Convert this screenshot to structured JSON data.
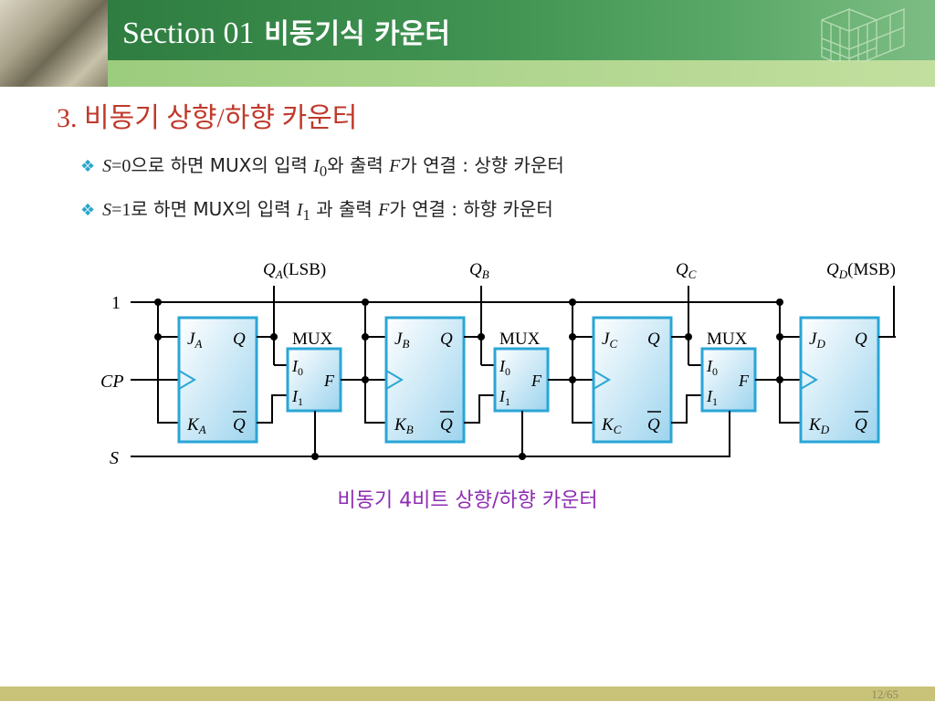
{
  "header": {
    "section": "Section 01",
    "title": "비동기식 카운터"
  },
  "subtitle": "3. 비동기 상향/하향 카운터",
  "bullets": [
    {
      "var": "S",
      "eq": "=0",
      "t1": "으로 하면 MUX의 입력 ",
      "input": "I",
      "input_sub": "0",
      "t2": "와 출력 ",
      "output": "F",
      "t3": "가 연결 : 상향 카운터"
    },
    {
      "var": "S",
      "eq": "=1",
      "t1": "로 하면 MUX의 입력 ",
      "input": "I",
      "input_sub": "1",
      "t2": " 과 출력 ",
      "output": "F",
      "t3": "가 연결 : 하향 카운터"
    }
  ],
  "diagram": {
    "inputs": {
      "one": "1",
      "cp": "CP",
      "s": "S"
    },
    "flipflops": [
      {
        "j": "J",
        "k": "K",
        "sub": "A",
        "q": "Q",
        "qbar": "Q"
      },
      {
        "j": "J",
        "k": "K",
        "sub": "B",
        "q": "Q",
        "qbar": "Q"
      },
      {
        "j": "J",
        "k": "K",
        "sub": "C",
        "q": "Q",
        "qbar": "Q"
      },
      {
        "j": "J",
        "k": "K",
        "sub": "D",
        "q": "Q",
        "qbar": "Q"
      }
    ],
    "mux": {
      "label": "MUX",
      "i": "I",
      "i0": "0",
      "i1": "1",
      "f": "F"
    },
    "outputs": [
      {
        "q": "Q",
        "sub": "A",
        "note": "(LSB)"
      },
      {
        "q": "Q",
        "sub": "B",
        "note": ""
      },
      {
        "q": "Q",
        "sub": "C",
        "note": ""
      },
      {
        "q": "Q",
        "sub": "D",
        "note": "(MSB)"
      }
    ]
  },
  "caption": "비동기 4비트 상향/하향 카운터",
  "page": "12/65"
}
